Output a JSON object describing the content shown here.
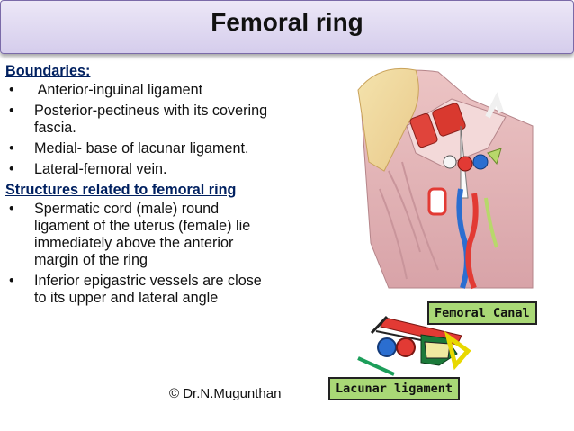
{
  "slide": {
    "title": "Femoral ring",
    "boundaries_heading": "Boundaries:",
    "boundaries": [
      " Anterior-inguinal ligament",
      "Posterior-pectineus with its covering fascia.",
      "Medial- base of lacunar ligament.",
      "Lateral-femoral vein."
    ],
    "structures_heading": "Structures related to femoral ring",
    "structures": [
      "Spermatic cord (male) round ligament of the uterus (female) lie immediately above the anterior margin of the ring",
      "Inferior epigastric vessels are close to its upper and lateral angle"
    ],
    "bullet": "•",
    "copyright": "© Dr.N.Mugunthan"
  },
  "figure": {
    "femoral_canal_label": "Femoral Canal",
    "lacunar_ligament_label": "Lacunar ligament"
  }
}
